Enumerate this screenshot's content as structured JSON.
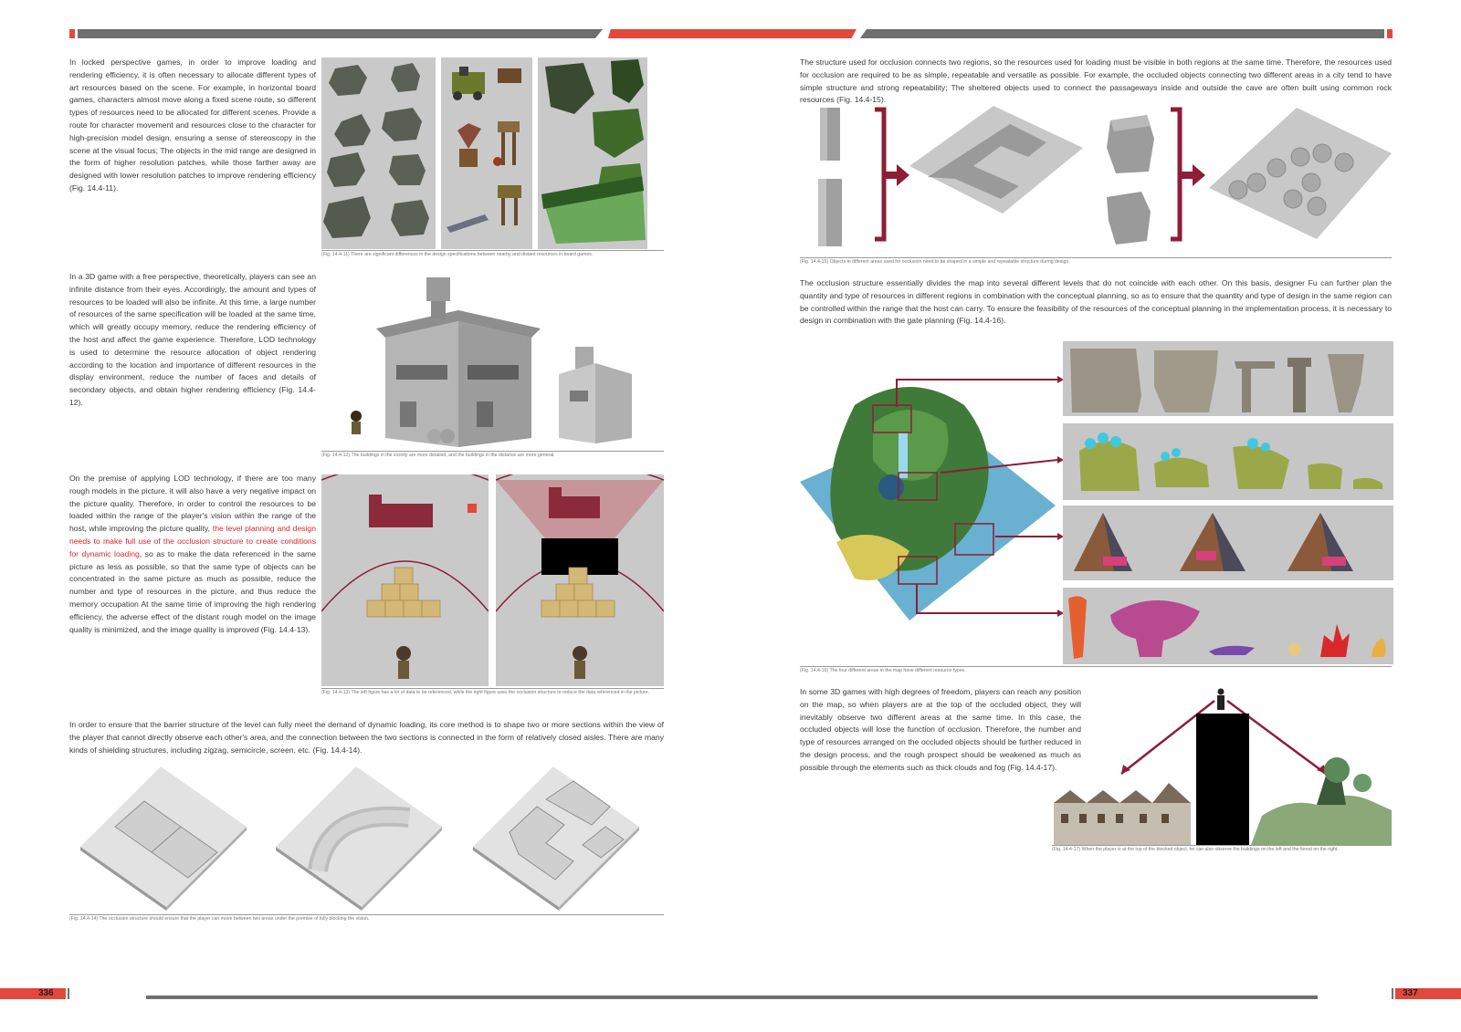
{
  "colors": {
    "accent": "#e4473b",
    "bar": "#6f6f6f",
    "highlight": "#d8262c",
    "arrow": "#8d1e35",
    "figure_bg": "#c9c9c9"
  },
  "left": {
    "page_number": "336",
    "p1": "In locked perspective games, in order to improve loading and rendering efficiency, it is often necessary to allocate different types of art resources based on the scene. For example, in horizontal board games, characters almost move along a fixed scene route, so different types of resources need to be allocated for different scenes. Provide a route for character movement and resources close to the character for high-precision model design, ensuring a sense of stereoscopy in the scene at the visual focus; The objects in the mid range are designed in the form of higher resolution patches, while those farther away are designed with lower resolution patches to improve rendering efficiency (Fig. 14.4-11).",
    "cap1": "(Fig. 14.4-11) There are significant differences in the design specifications between nearby and distant resources in board games.",
    "p2": "In a 3D game with a free perspective, theoretically, players can see an infinite distance from their eyes. Accordingly, the amount and types of resources to be loaded will also be infinite. At this time, a large number of resources of the same specification will be loaded at the same time, which will greatly occupy memory, reduce the rendering efficiency of the host and affect the game experience. Therefore, LOD technology is used to determine the resource allocation of object rendering according to the location and importance of different resources in the display environment, reduce the number of faces and details of secondary objects, and obtain higher rendering efficiency (Fig. 14.4-12).",
    "cap2": "(Fig. 14.4-12) The buildings in the vicinity are more detailed, and the buildings in the distance are more general.",
    "p3_a": "On the premise of applying LOD technology, if there are too many rough models in the picture, it will also have a very negative impact on the picture quality. Therefore, in order to control the resources to be loaded within the range of the player's vision within the range of the host, while improving the picture quality, ",
    "p3_red": "the level planning and design needs to make full use of the occlusion structure to create conditions for dynamic loading",
    "p3_b": ", so as to make the data referenced in the same picture as less as possible, so that the same type of objects can be concentrated in the same picture as much as possible, reduce the number and type of resources in the picture, and thus reduce the memory occupation At the same time of improving the high rendering efficiency, the adverse effect of the distant rough model on the image quality is minimized, and the image quality is improved (Fig. 14.4-13).",
    "cap3": "(Fig. 14.4-13) The left figure has a lot of data to be referenced, while the right figure uses the occlusion structure to reduce the data referenced in the picture.",
    "p4": "In order to ensure that the barrier structure of the level can fully meet the demand of dynamic loading, its core method is to shape two or more sections within the view of the player that cannot directly observe each other's area, and the connection between the two sections is connected in the form of relatively closed aisles. There are many kinds of shielding structures, including zigzag, semicircle, screen, etc. (Fig. 14.4-14).",
    "cap4": "(Fig. 14.4-14) The occlusion structure should ensure that the player can move between two areas under the premise of fully blocking the vision."
  },
  "right": {
    "page_number": "337",
    "p1": "The structure used for occlusion connects two regions, so the resources used for loading must be visible in both regions at the same time. Therefore, the resources used for occlusion are required to be as simple, repeatable and versatile as possible. For example, the occluded objects connecting two different areas in a city tend to have simple structure and strong repeatability; The sheltered objects used to connect the passageways inside and outside the cave are often built using common rock resources (Fig. 14.4-15).",
    "cap1": "(Fig. 14.4-15) Objects in different areas used for occlusion need to be shaped in a simple and repeatable structure during design.",
    "p2": "The occlusion structure essentially divides the map into several different levels that do not coincide with each other. On this basis, designer Fu can further plan the quantity and type of resources in different regions in combination with the conceptual planning, so as to ensure that the quantity and type of design in the same region can be controlled within the range that the host can carry. To ensure the feasibility of the resources of the conceptual planning in the implementation process, it is necessary to design in combination with the gate planning (Fig. 14.4-16).",
    "cap2": "(Fig. 14.4-16) The four different areas in the map have different resource types.",
    "p3": "In some 3D games with high degrees of freedom, players can reach any position on the map, so when players are at the top of the occluded object, they will inevitably observe two different areas at the same time. In this case, the occluded objects will lose the function of occlusion. Therefore, the number and type of resources arranged on the occluded objects should be further reduced in the design process, and the rough prospect should be weakened as much as possible through the elements such as thick clouds and fog (Fig. 14.4-17).",
    "cap3": "(Fig. 14.4-17) When the player is at the top of the blocked object, he can also observe the buildings on the left and the forest on the right."
  }
}
